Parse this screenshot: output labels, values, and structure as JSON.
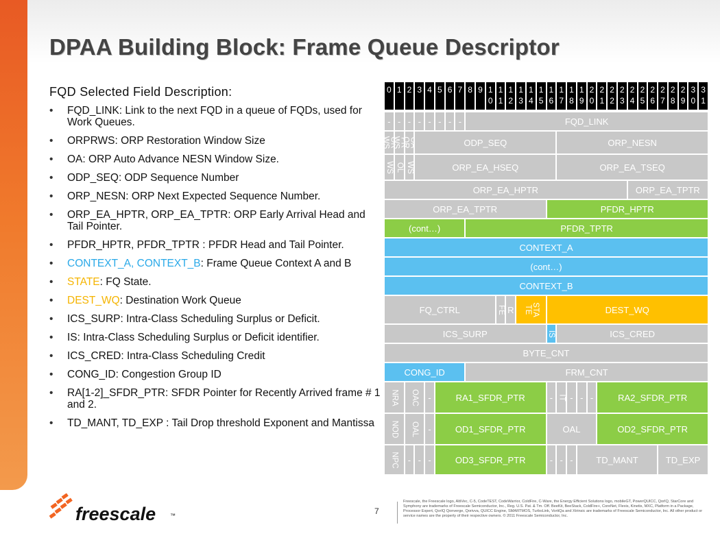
{
  "title": "DPAA Building Block: Frame Queue Descriptor",
  "subtitle": "FQD Selected Field Description:",
  "bullets": [
    {
      "pre": "",
      "hl": "",
      "text": "FQD_LINK: Link to the next FQD in a queue of FQDs, used for Work Queues."
    },
    {
      "pre": "",
      "hl": "",
      "text": "ORPRWS: ORP Restoration Window Size"
    },
    {
      "pre": "",
      "hl": "",
      "text": "OA: ORP Auto Advance NESN Window Size."
    },
    {
      "pre": "",
      "hl": "",
      "text": "ODP_SEQ:  ODP Sequence Number"
    },
    {
      "pre": "",
      "hl": "",
      "text": "ORP_NESN: ORP Next Expected Sequence Number."
    },
    {
      "pre": "",
      "hl": "",
      "text": "ORP_EA_HPTR, ORP_EA_TPTR: ORP Early Arrival Head and Tail Pointer."
    },
    {
      "pre": "",
      "hl": "",
      "text": "PFDR_HPTR, PFDR_TPTR : PFDR Head and Tail Pointer."
    },
    {
      "hl": "CONTEXT_A, CONTEXT_B",
      "color": "blue",
      "text": ": Frame Queue Context A and B"
    },
    {
      "hl": "STATE",
      "color": "orange",
      "text": ": FQ State."
    },
    {
      "hl": "DEST_WQ",
      "color": "orange",
      "text": ": Destination Work Queue"
    },
    {
      "hl": "",
      "text": "ICS_SURP: Intra-Class Scheduling Surplus or Deficit."
    },
    {
      "hl": "",
      "text": "IS: Intra-Class Scheduling Surplus or Deficit identifier."
    },
    {
      "hl": "",
      "text": "ICS_CRED: Intra-Class Scheduling Credit"
    },
    {
      "hl": "",
      "text": "CONG_ID: Congestion Group ID"
    },
    {
      "hl": "",
      "text": "RA[1-2]_SFDR_PTR: SFDR Pointer for Recently Arrived frame # 1 and 2."
    },
    {
      "hl": "",
      "text": "TD_MANT, TD_EXP : Tail Drop threshold Exponent and Mantissa"
    }
  ],
  "bit_header": [
    "0",
    "1",
    "2",
    "3",
    "4",
    "5",
    "6",
    "7",
    "8",
    "9",
    "1\n0",
    "1\n1",
    "1\n2",
    "1\n3",
    "1\n4",
    "1\n5",
    "1\n6",
    "1\n7",
    "1\n8",
    "1\n9",
    "2\n0",
    "2\n1",
    "2\n2",
    "2\n3",
    "2\n4",
    "2\n5",
    "2\n6",
    "2\n7",
    "2\n8",
    "2\n9",
    "3\n0",
    "3\n1"
  ],
  "rows": [
    {
      "cells": [
        {
          "s": 1,
          "t": "-"
        },
        {
          "s": 1,
          "t": "-"
        },
        {
          "s": 1,
          "t": "-"
        },
        {
          "s": 1,
          "t": "-"
        },
        {
          "s": 1,
          "t": "-"
        },
        {
          "s": 1,
          "t": "-"
        },
        {
          "s": 1,
          "t": "-"
        },
        {
          "s": 1,
          "t": "-"
        },
        {
          "s": 24,
          "t": "FQD_LINK"
        }
      ]
    },
    {
      "cells": [
        {
          "s": 1,
          "t": "OR\nWS",
          "v": true
        },
        {
          "s": 1,
          "t": "PR\nWS",
          "v": true
        },
        {
          "s": 1,
          "t": "OA\nOR",
          "v": true
        },
        {
          "s": 14,
          "t": "ODP_SEQ"
        },
        {
          "s": 15,
          "t": "ORP_NESN"
        }
      ]
    },
    {
      "cells": [
        {
          "s": 1,
          "t": "WS",
          "v": true
        },
        {
          "s": 1,
          "t": "OL",
          "v": true
        },
        {
          "s": 1,
          "t": "WS",
          "v": true
        },
        {
          "s": 14,
          "t": "ORP_EA_HSEQ"
        },
        {
          "s": 15,
          "t": "ORP_EA_TSEQ"
        }
      ]
    },
    {
      "cells": [
        {
          "s": 24,
          "t": "ORP_EA_HPTR"
        },
        {
          "s": 8,
          "t": "ORP_EA_TPTR"
        }
      ]
    },
    {
      "cells": [
        {
          "s": 16,
          "t": "ORP_EA_TPTR"
        },
        {
          "s": 16,
          "t": "PFDR_HPTR",
          "c": "g"
        }
      ]
    },
    {
      "cells": [
        {
          "s": 8,
          "t": "(cont…)",
          "c": "g"
        },
        {
          "s": 24,
          "t": "PFDR_TPTR",
          "c": "g"
        }
      ]
    },
    {
      "cells": [
        {
          "s": 32,
          "t": "CONTEXT_A",
          "c": "b"
        }
      ]
    },
    {
      "cells": [
        {
          "s": 32,
          "t": "(cont…)",
          "c": "b"
        }
      ]
    },
    {
      "cells": [
        {
          "s": 32,
          "t": "CONTEXT_B",
          "c": "b"
        }
      ]
    },
    {
      "cells": [
        {
          "s": 11,
          "t": "FQ_CTRL"
        },
        {
          "s": 1,
          "t": "FE",
          "v": true
        },
        {
          "s": 1,
          "t": "R"
        },
        {
          "s": 3,
          "t": "STA\nTE",
          "v": true,
          "c": "o"
        },
        {
          "s": 16,
          "t": "DEST_WQ",
          "c": "o"
        }
      ]
    },
    {
      "cells": [
        {
          "s": 16,
          "t": "ICS_SURP"
        },
        {
          "s": 1,
          "t": "IS",
          "v": true,
          "c": "b"
        },
        {
          "s": 15,
          "t": "ICS_CRED"
        }
      ]
    },
    {
      "cells": [
        {
          "s": 32,
          "t": "BYTE_CNT"
        }
      ]
    },
    {
      "cells": [
        {
          "s": 8,
          "t": "CONG_ID",
          "c": "b"
        },
        {
          "s": 24,
          "t": "FRM_CNT"
        }
      ]
    },
    {
      "cells": [
        {
          "s": 2,
          "t": "NRA",
          "v": true
        },
        {
          "s": 2,
          "t": "OAC",
          "v": true
        },
        {
          "s": 1,
          "t": "-"
        },
        {
          "s": 11,
          "t": "RA1_SFDR_PTR",
          "c": "g"
        },
        {
          "s": 1,
          "t": "-"
        },
        {
          "s": 1,
          "t": "IT",
          "v": true
        },
        {
          "s": 1,
          "t": "-"
        },
        {
          "s": 1,
          "t": "-"
        },
        {
          "s": 1,
          "t": "-"
        },
        {
          "s": 11,
          "t": "RA2_SFDR_PTR",
          "c": "g"
        }
      ]
    },
    {
      "cells": [
        {
          "s": 2,
          "t": "NOD",
          "v": true
        },
        {
          "s": 2,
          "t": "OAL",
          "v": true
        },
        {
          "s": 1,
          "t": "-"
        },
        {
          "s": 11,
          "t": "OD1_SFDR_PTR",
          "c": "g"
        },
        {
          "s": 5,
          "t": "OAL"
        },
        {
          "s": 11,
          "t": "OD2_SFDR_PTR",
          "c": "g"
        }
      ]
    },
    {
      "cells": [
        {
          "s": 2,
          "t": "NPC",
          "v": true
        },
        {
          "s": 1,
          "t": "-"
        },
        {
          "s": 1,
          "t": "-"
        },
        {
          "s": 1,
          "t": "-"
        },
        {
          "s": 11,
          "t": "OD3_SFDR_PTR",
          "c": "g"
        },
        {
          "s": 1,
          "t": "-"
        },
        {
          "s": 1,
          "t": "-"
        },
        {
          "s": 1,
          "t": "-"
        },
        {
          "s": 8,
          "t": "TD_MANT"
        },
        {
          "s": 5,
          "t": "TD_EXP"
        }
      ]
    }
  ],
  "logo_text": "freescale",
  "logo_tm": "™",
  "page_number": "7",
  "legal_text": "Freescale, the Freescale logo, AltiVec, C-5, CodeTEST, CodeWarrior, ColdFire, C-Ware, the Energy Efficient Solutions logo, mobileGT, PowerQUICC, QorIQ, StarCore and Symphony are trademarks of Freescale Semiconductor, Inc., Reg. U.S. Pat. & Tm. Off. BeeKit, BeeStack, ColdFire+, CoreNet, Flexis, Kinetis, MXC, Platform in a Package, Processor Expert, QorIQ Qonverge, Qorivva, QUICC Engine, SMARTMOS, TurboLink, VortiQa and Xtrinsic are trademarks of Freescale Semiconductor, Inc. All other product or service names are the property of their respective owners. © 2011 Freescale Semiconductor, Inc."
}
